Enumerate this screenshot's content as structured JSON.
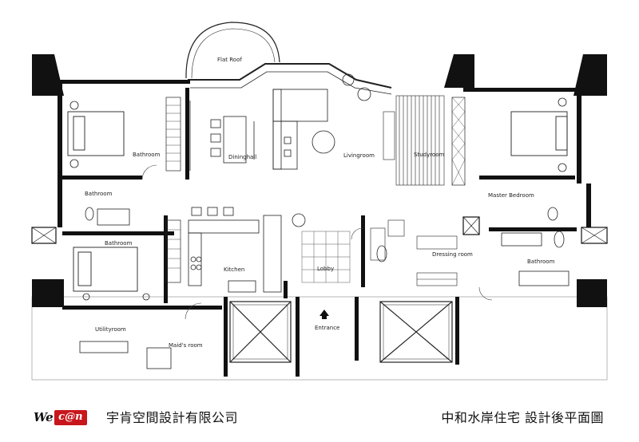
{
  "rooms": {
    "flat_roof": "Flat Roof",
    "bathroom_nw": "Bathroom",
    "dininghall": "Dininghall",
    "livingroom": "Livingroom",
    "studyroom": "Studyroom",
    "master_bedroom": "Master Bedroom",
    "bathroom_w": "Bathroom",
    "bathroom_sw": "Bathroom",
    "kitchen": "Kitchen",
    "lobby": "Lobby",
    "dressing_room": "Dressing room",
    "bathroom_e": "Bathroom",
    "utilityroom": "Utilityroom",
    "maids_room": "Maid's room",
    "entrance": "Entrance"
  },
  "footer": {
    "logo_we": "We",
    "logo_can": "c@n",
    "company": "宇肯空間設計有限公司",
    "title": "中和水岸住宅 設計後平面圖"
  },
  "colors": {
    "wall": "#111111",
    "line": "#333333",
    "accent": "#c8161d"
  }
}
